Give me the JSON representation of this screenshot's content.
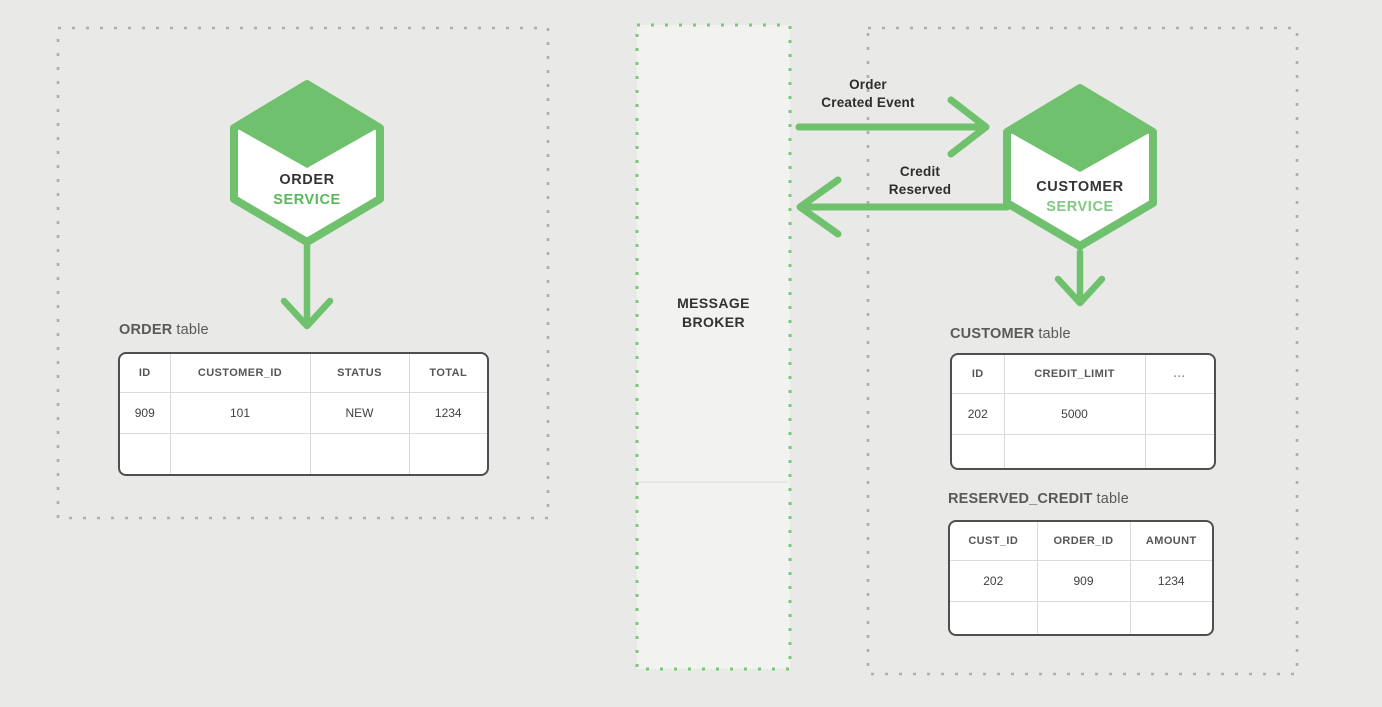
{
  "diagram": {
    "left_panel": {
      "service": {
        "name_line": "ORDER",
        "type_line": "SERVICE"
      },
      "table": {
        "title_primary": "ORDER",
        "title_suffix": "table",
        "headers": [
          "ID",
          "CUSTOMER_ID",
          "STATUS",
          "TOTAL"
        ],
        "rows": [
          [
            "909",
            "101",
            "NEW",
            "1234"
          ],
          [
            "",
            "",
            "",
            ""
          ]
        ]
      }
    },
    "message_broker": {
      "label_line1": "MESSAGE",
      "label_line2": "BROKER"
    },
    "right_panel": {
      "service": {
        "name_line": "CUSTOMER",
        "type_line": "SERVICE"
      },
      "arrows": {
        "order_created": {
          "label_line1": "Order",
          "label_line2": "Created Event",
          "direction": "message-broker-to-customer-service"
        },
        "credit_reserved": {
          "label_line1": "Credit",
          "label_line2": "Reserved",
          "direction": "customer-service-to-message-broker"
        }
      },
      "customer_table": {
        "title_primary": "CUSTOMER",
        "title_suffix": "table",
        "headers": [
          "ID",
          "CREDIT_LIMIT",
          "..."
        ],
        "rows": [
          [
            "202",
            "5000",
            ""
          ],
          [
            "",
            "",
            ""
          ]
        ]
      },
      "reserved_credit_table": {
        "title_primary": "RESERVED_CREDIT",
        "title_suffix": "table",
        "headers": [
          "CUST_ID",
          "ORDER_ID",
          "AMOUNT"
        ],
        "rows": [
          [
            "202",
            "909",
            "1234"
          ],
          [
            "",
            "",
            ""
          ]
        ]
      }
    },
    "colors": {
      "green": "#6fc16e",
      "green_text": "#57ba58",
      "green_text_light": "#7fc981",
      "background": "#e9e9e7",
      "broker_background": "#f2f2f0",
      "boundary_dot_gray": "#aeaeac",
      "broker_dot_green": "#7bc77c",
      "table_border": "#4f4f4f",
      "table_grid_line": "#dbdbdb",
      "text_dark": "#343434"
    }
  }
}
